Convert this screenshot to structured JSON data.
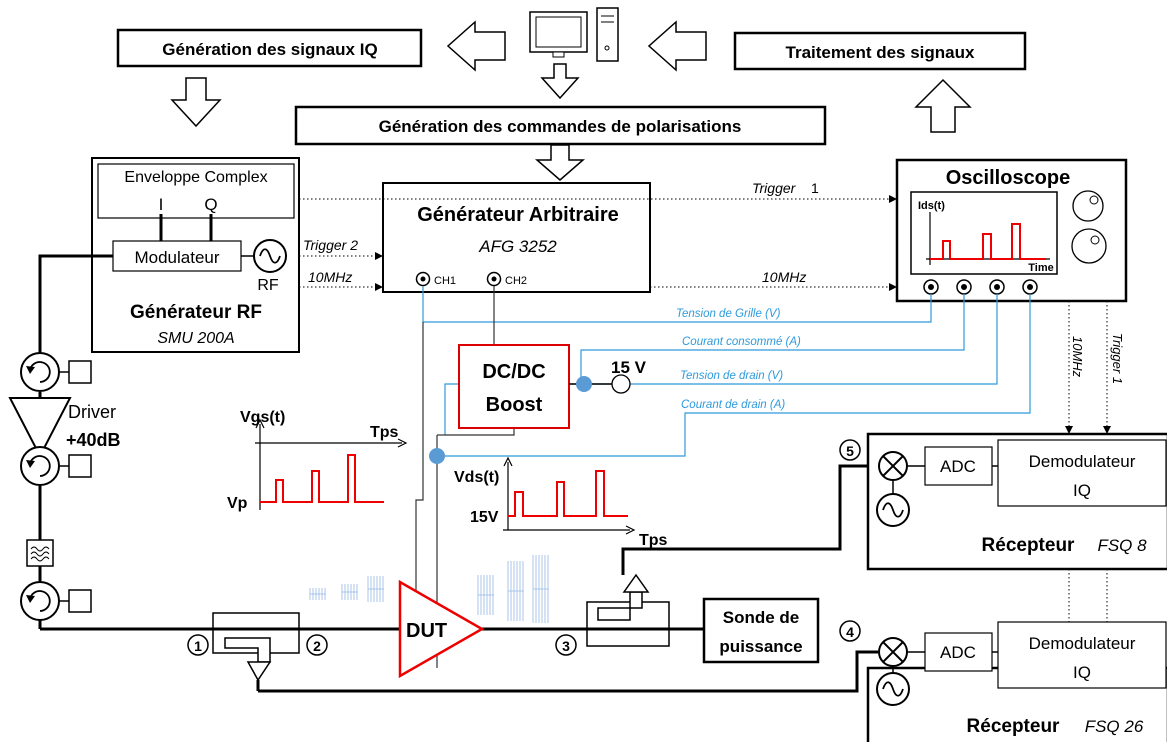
{
  "top": {
    "iq_generation": "Génération des signaux IQ",
    "signal_processing": "Traitement des signaux",
    "bias_commands": "Génération des commandes de polarisations"
  },
  "rf_generator": {
    "envelope": "Enveloppe Complex",
    "i": "I",
    "q": "Q",
    "modulator": "Modulateur",
    "rf": "RF",
    "title": "Générateur RF",
    "model": "SMU 200A"
  },
  "awg": {
    "title": "Générateur Arbitraire",
    "model": "AFG 3252",
    "ch1": "CH1",
    "ch2": "CH2"
  },
  "oscilloscope": {
    "title": "Oscilloscope",
    "ylabel": "Ids(t)",
    "xlabel": "Time"
  },
  "links": {
    "trigger1": "Trigger",
    "trigger1_num": "1",
    "trigger2": "Trigger 2",
    "tenmhz_left": "10MHz",
    "tenmhz_right": "10MHz",
    "tenmhz_vertical": "10MHz",
    "trigger1_vertical": "Trigger 1"
  },
  "measures": {
    "gate_voltage": "Tension de Grille (V)",
    "consumed_current": "Courant consommé (A)",
    "drain_voltage": "Tension de drain (V)",
    "drain_current": "Courant de drain (A)"
  },
  "dcdc": {
    "line1": "DC/DC",
    "line2": "Boost",
    "supply": "15 V"
  },
  "driver": {
    "label": "Driver",
    "gain": "+40dB"
  },
  "vgs_plot": {
    "ylabel": "Vgs(t)",
    "xlabel": "Tps",
    "level": "Vp"
  },
  "vds_plot": {
    "ylabel": "Vds(t)",
    "xlabel": "Tps",
    "level": "15V"
  },
  "dut": "DUT",
  "power_probe": {
    "line1": "Sonde de",
    "line2": "puissance"
  },
  "ports": [
    "1",
    "2",
    "3",
    "4",
    "5"
  ],
  "receiver1": {
    "adc": "ADC",
    "demod1": "Demodulateur",
    "demod2": "IQ",
    "title": "Récepteur",
    "model": "FSQ 8"
  },
  "receiver2": {
    "adc": "ADC",
    "demod1": "Demodulateur",
    "demod2": "IQ",
    "title": "Récepteur",
    "model": "FSQ 26"
  },
  "colors": {
    "signal": "#e00000",
    "measure_line": "#2e9bdc",
    "node": "#5b9bd5",
    "rf_burst": "#a9c4ea"
  }
}
